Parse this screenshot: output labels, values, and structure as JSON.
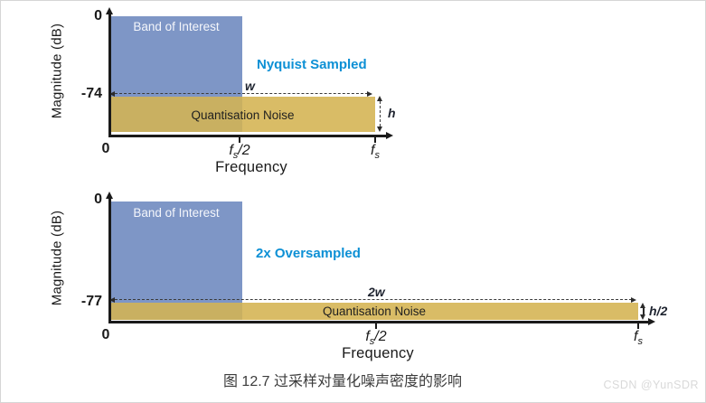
{
  "figure": {
    "caption": "图 12.7 过采样对量化噪声密度的影响",
    "watermark": "CSDN @YunSDR"
  },
  "colors": {
    "band_blue": "#7e96c6",
    "noise_yellow": "#d9bc66",
    "noise_overlap_olive": "#c9b061",
    "title_blue": "#0d90d5",
    "axis_black": "#1a1a1a"
  },
  "charts": [
    {
      "title": "Nyquist Sampled",
      "y_axis_label": "Magnitude (dB)",
      "y_ticks": {
        "top": "0",
        "noise_level": "-74"
      },
      "band_label": "Band of Interest",
      "noise_label": "Quantisation Noise",
      "width_label": "w",
      "height_label": "h",
      "x_label": "Frequency",
      "x_ticks": {
        "zero": "0",
        "half": {
          "base": "f",
          "sub": "s",
          "suffix": "/2"
        },
        "full": {
          "base": "f",
          "sub": "s",
          "suffix": ""
        }
      }
    },
    {
      "title": "2x Oversampled",
      "y_axis_label": "Magnitude (dB)",
      "y_ticks": {
        "top": "0",
        "noise_level": "-77"
      },
      "band_label": "Band of Interest",
      "noise_label": "Quantisation Noise",
      "width_label": "2w",
      "height_label": "h/2",
      "x_label": "Frequency",
      "x_ticks": {
        "zero": "0",
        "half": {
          "base": "f",
          "sub": "s",
          "suffix": "/2"
        },
        "full": {
          "base": "f",
          "sub": "s",
          "suffix": ""
        }
      }
    }
  ],
  "chart_data": [
    {
      "type": "area",
      "title": "Nyquist Sampled",
      "xlabel": "Frequency",
      "ylabel": "Magnitude (dB)",
      "x_ticks": [
        "0",
        "fs/2",
        "fs"
      ],
      "y_ticks": [
        0,
        -74
      ],
      "grid": false,
      "series": [
        {
          "name": "Band of Interest",
          "x_range": [
            "0",
            "fs/2"
          ],
          "y_top_dB": 0,
          "y_bottom_dB": -74
        },
        {
          "name": "Quantisation Noise",
          "x_range": [
            "0",
            "fs"
          ],
          "level_dB": -74,
          "width_label": "w",
          "height_label": "h"
        }
      ]
    },
    {
      "type": "area",
      "title": "2x Oversampled",
      "xlabel": "Frequency",
      "ylabel": "Magnitude (dB)",
      "x_ticks": [
        "0",
        "fs/2",
        "fs"
      ],
      "y_ticks": [
        0,
        -77
      ],
      "grid": false,
      "series": [
        {
          "name": "Band of Interest",
          "x_range": [
            "0",
            "fs/4"
          ],
          "y_top_dB": 0,
          "y_bottom_dB": -77
        },
        {
          "name": "Quantisation Noise",
          "x_range": [
            "0",
            "fs"
          ],
          "level_dB": -77,
          "width_label": "2w",
          "height_label": "h/2"
        }
      ]
    }
  ]
}
